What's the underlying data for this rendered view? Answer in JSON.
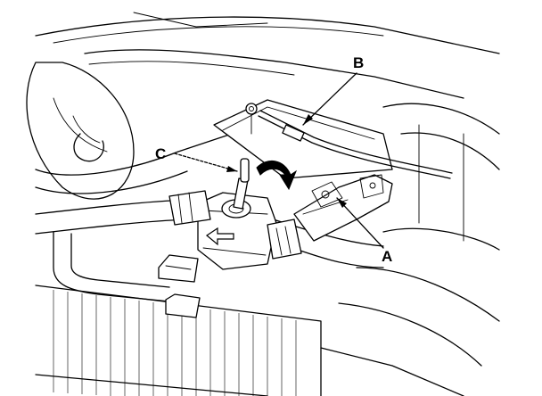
{
  "callouts": {
    "a": "A",
    "b": "B",
    "c": "C"
  },
  "icons": {
    "rotation_arrow": "curved-arrow-icon",
    "direction_arrow": "left-arrow-icon"
  }
}
